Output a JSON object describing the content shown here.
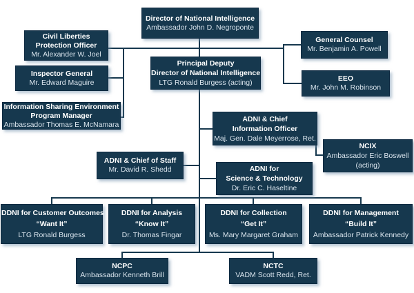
{
  "style": {
    "background": "#ffffff",
    "box_fill": "#16384e",
    "box_border": "#0d2940",
    "line_color": "#16384e",
    "title_color": "#ffffff",
    "name_color": "#d9e4ed",
    "shadow_color": "rgba(120,150,175,0.55)"
  },
  "boxes": {
    "dni": {
      "title1": "Director of National Intelligence",
      "name1": "Ambassador John D. Negroponte"
    },
    "pd": {
      "title1": "Principal Deputy",
      "title2": "Director of National Intelligence",
      "name1": "LTG Ronald Burgess (acting)"
    },
    "clpo": {
      "title1": "Civil Liberties",
      "title2": "Protection Officer",
      "name1": "Mr. Alexander W. Joel"
    },
    "ig": {
      "title1": "Inspector General",
      "name1": "Mr. Edward Maguire"
    },
    "ise": {
      "title1": "Information Sharing Environment",
      "title2": "Program Manager",
      "name1": "Ambassador Thomas E. McNamara"
    },
    "gc": {
      "title1": "General Counsel",
      "name1": "Mr. Benjamin A. Powell"
    },
    "eeo": {
      "title1": "EEO",
      "name1": "Mr. John M. Robinson"
    },
    "cio": {
      "title1": "ADNI & Chief",
      "title2": "Information Officer",
      "name1": "Maj. Gen. Dale Meyerrose, Ret."
    },
    "ncix": {
      "title1": "NCIX",
      "name1": "Ambassador Eric Boswell",
      "name2": "(acting)"
    },
    "cos": {
      "title1": "ADNI & Chief of Staff",
      "name1": "Mr. David R. Shedd"
    },
    "st": {
      "title1": "ADNI for",
      "title2": "Science & Technology",
      "name1": "Dr. Eric C. Haseltine"
    },
    "ddni_customer": {
      "title1": "DDNI for Customer Outcomes",
      "title2": "“Want It”",
      "name1": "LTG Ronald Burgess"
    },
    "ddni_analysis": {
      "title1": "DDNI for Analysis",
      "title2": "“Know It”",
      "name1": "Dr. Thomas Fingar"
    },
    "ddni_collection": {
      "title1": "DDNI for Collection",
      "title2": "“Get It”",
      "name1": "Ms. Mary Margaret Graham"
    },
    "ddni_management": {
      "title1": "DDNI for Management",
      "title2": "“Build It”",
      "name1": "Ambassador Patrick Kennedy"
    },
    "ncpc": {
      "title1": "NCPC",
      "name1": "Ambassador Kenneth Brill"
    },
    "nctc": {
      "title1": "NCTC",
      "name1": "VADM Scott Redd, Ret."
    }
  }
}
